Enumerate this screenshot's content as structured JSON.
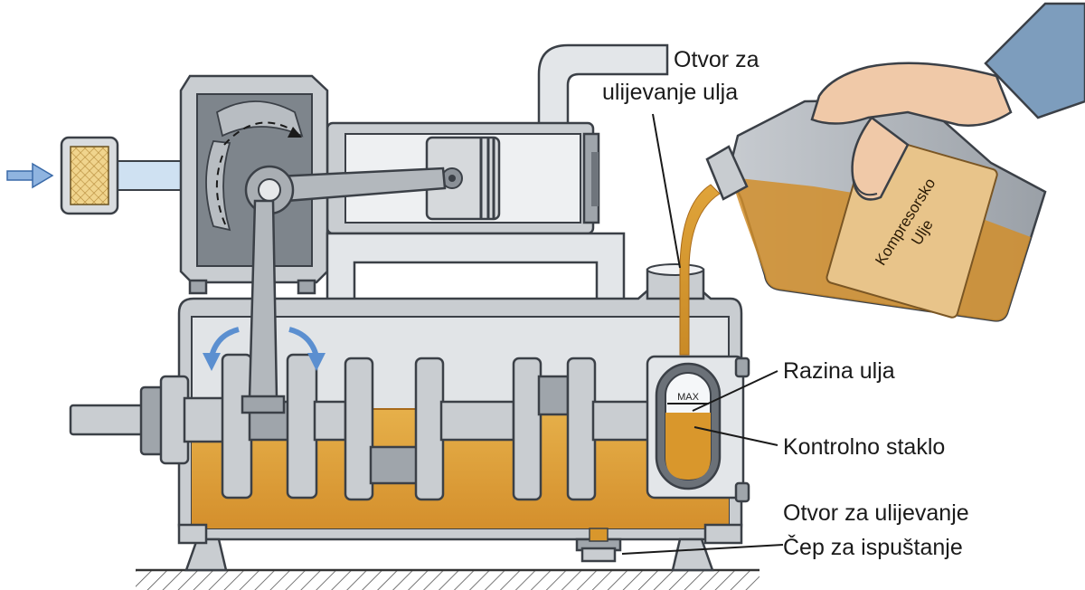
{
  "labels": {
    "oil_fill_top_line1": "Otvor za",
    "oil_fill_top_line2": "ulijevanje ulja",
    "oil_level": "Razina ulja",
    "sight_glass": "Kontrolno staklo",
    "fill_opening": "Otvor za ulijevanje",
    "drain_plug": "Čep za ispuštanje",
    "max_mark": "MAX"
  },
  "jug": {
    "label_line1": "Kompresorsko",
    "label_line2": "Ulje"
  },
  "colors": {
    "oil": "#e0a43a",
    "oil_dark": "#b8741c",
    "metal": "#c9cdd1",
    "outline": "#3b4047",
    "arrow": "#5b8fd0",
    "filter": "#e8c97a",
    "skin": "#f0c9a8",
    "sleeve": "#7d9dbd"
  }
}
